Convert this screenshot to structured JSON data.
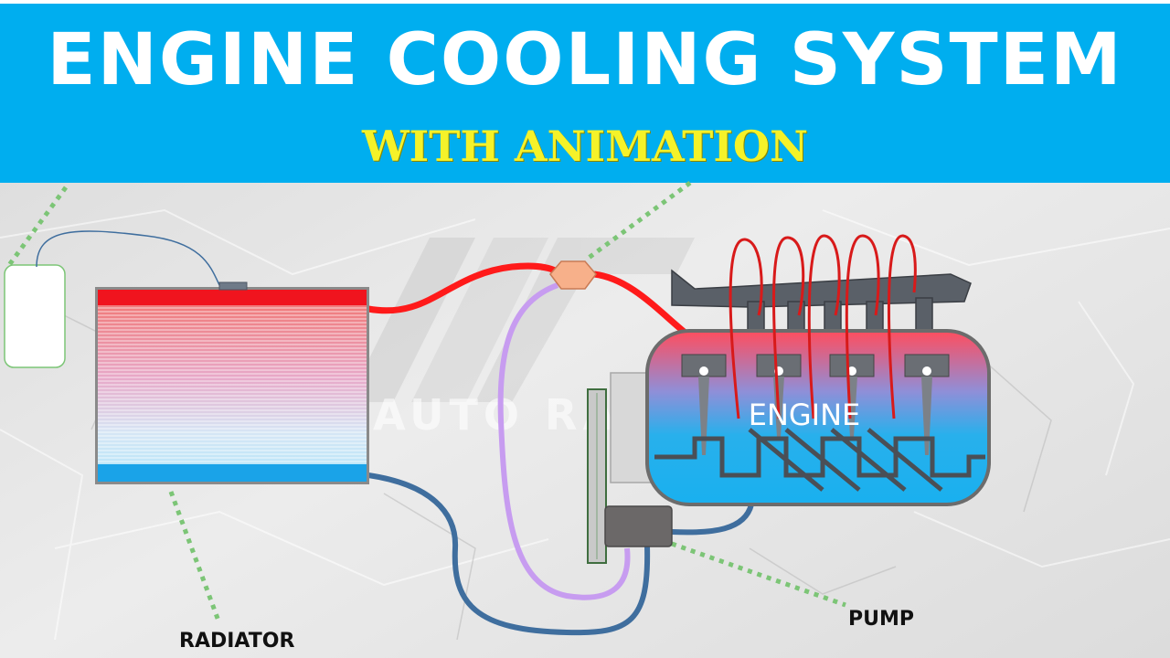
{
  "header": {
    "title": "ENGINE COOLING SYSTEM",
    "subtitle": "WITH ANIMATION"
  },
  "labels": {
    "engine": "ENGINE",
    "radiator": "RADIATOR",
    "pump": "PUMP",
    "watermark": "AUTO RAC"
  },
  "colors": {
    "banner": "#00aeef",
    "subtitle": "#f5f229",
    "hot_coolant": "#ff1a1a",
    "cold_coolant": "#1aa3e8",
    "bypass_hose": "#c79cf0",
    "return_hose": "#3f6e9e",
    "leader_line": "#7cc576",
    "thermostat": "#f7b08a"
  }
}
